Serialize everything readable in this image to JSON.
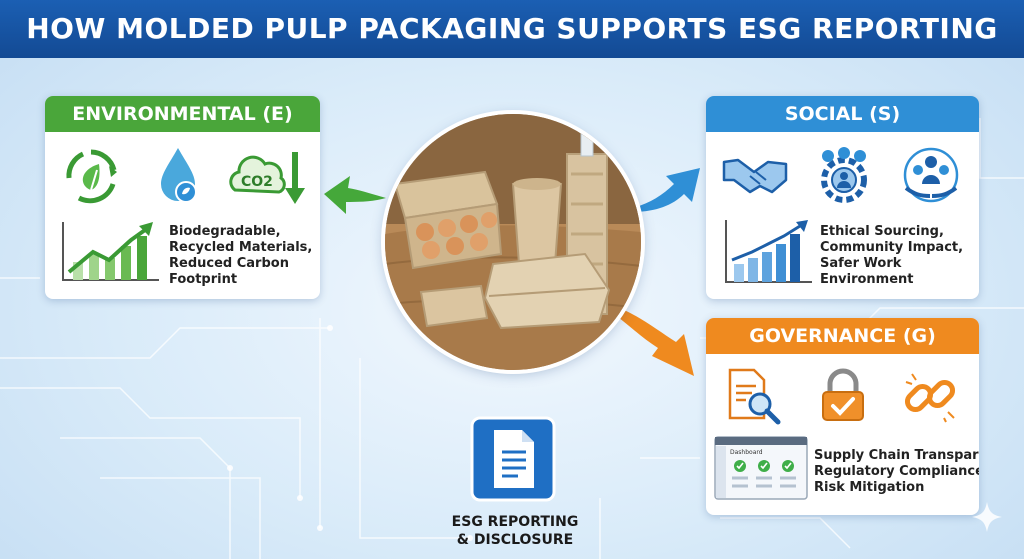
{
  "header": {
    "title": "HOW MOLDED PULP PACKAGING SUPPORTS ESG REPORTING"
  },
  "environmental": {
    "title": "ENVIRONMENTAL (E)",
    "color": "#4aa63a",
    "lines": [
      "Biodegradable,",
      "Recycled Materials,",
      "Reduced Carbon",
      "Footprint"
    ],
    "icons": [
      "recycle-leaf-icon",
      "water-drop-icon",
      "co2-down-icon",
      "growth-chart-icon"
    ],
    "co2_label": "CO2"
  },
  "social": {
    "title": "SOCIAL (S)",
    "color": "#2f8fd6",
    "lines": [
      "Ethical Sourcing,",
      "Community Impact,",
      "Safer Work",
      "Environment"
    ],
    "icons": [
      "handshake-icon",
      "team-gear-icon",
      "community-icon",
      "bar-chart-icon"
    ]
  },
  "governance": {
    "title": "GOVERNANCE (G)",
    "color": "#ef8a1f",
    "lines": [
      "Supply Chain Transparency,",
      "Regulatory Compliance,",
      "Risk Mitigation"
    ],
    "icons": [
      "document-search-icon",
      "padlock-check-icon",
      "chain-link-icon",
      "dashboard-icon"
    ],
    "dashboard_label": "Dashboard"
  },
  "esg": {
    "lines": [
      "ESG REPORTING",
      "& DISCLOSURE"
    ],
    "icon": "report-document-icon",
    "color": "#1f6fc4"
  },
  "center": {
    "image": "molded-pulp-packaging-photo"
  }
}
